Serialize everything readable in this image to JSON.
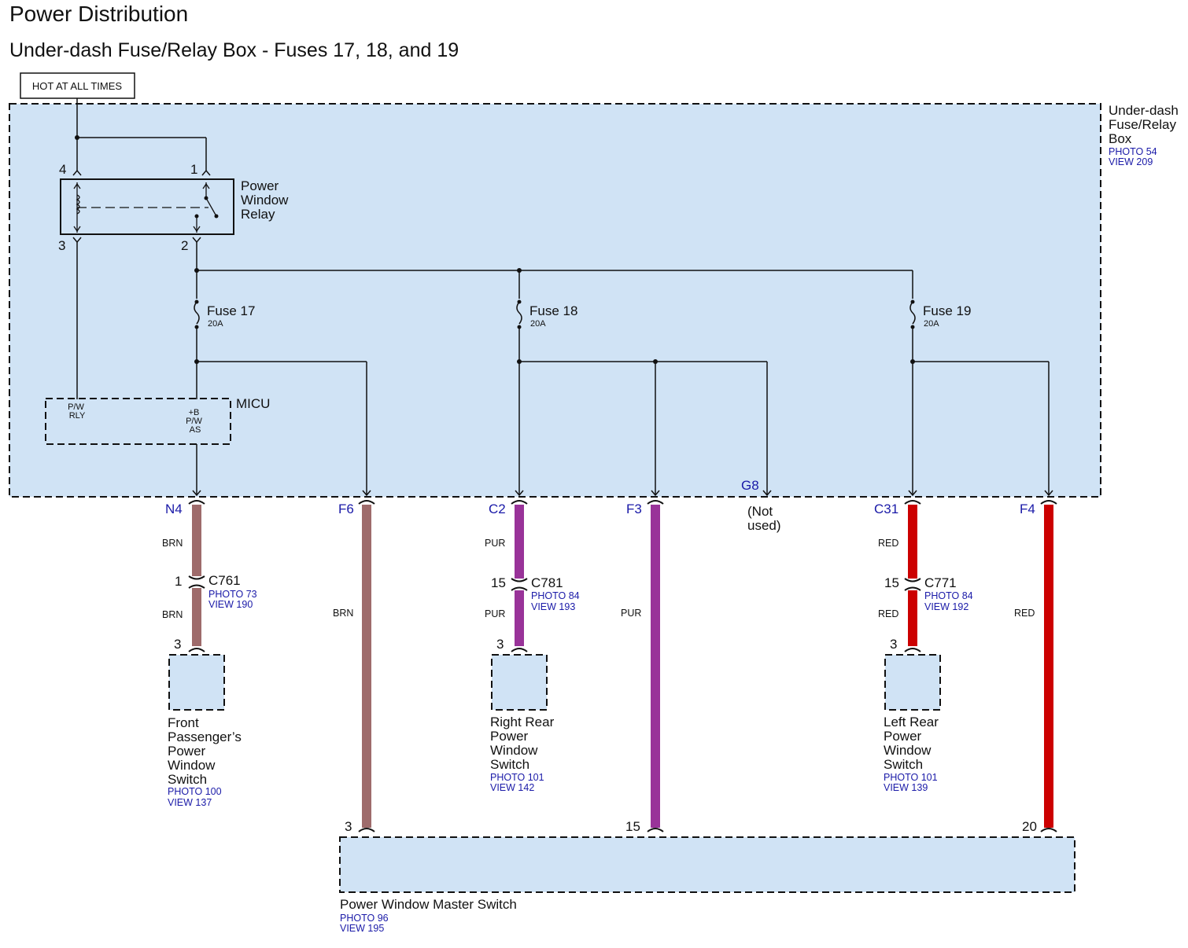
{
  "title": "Power Distribution",
  "subtitle": "Under-dash Fuse/Relay Box - Fuses 17, 18, and 19",
  "hot_label": "HOT AT ALL TIMES",
  "fuse_box": {
    "name_lines": [
      "Under-dash",
      "Fuse/Relay",
      "Box"
    ],
    "photo": "PHOTO 54",
    "view": "VIEW 209"
  },
  "relay": {
    "name_lines": [
      "Power",
      "Window",
      "Relay"
    ],
    "pins": [
      "4",
      "1",
      "3",
      "2"
    ]
  },
  "fuses": [
    {
      "name": "Fuse 17",
      "rating": "20A"
    },
    {
      "name": "Fuse 18",
      "rating": "20A"
    },
    {
      "name": "Fuse 19",
      "rating": "20A"
    }
  ],
  "micu": {
    "name": "MICU",
    "left_lines": [
      "P/W",
      "RLY"
    ],
    "right_lines": [
      "+B",
      "P/W",
      "AS"
    ]
  },
  "box_connectors": [
    "N4",
    "F6",
    "C2",
    "F3",
    "G8",
    "C31",
    "F4"
  ],
  "not_used": [
    "(Not",
    "used)"
  ],
  "wire_colors": {
    "n4_top": "BRN",
    "n4_bottom": "BRN",
    "f6": "BRN",
    "c2_top": "PUR",
    "c2_bottom": "PUR",
    "f3": "PUR",
    "c31_top": "RED",
    "c31_bottom": "RED",
    "f4": "RED"
  },
  "inline_connectors": [
    {
      "name": "C761",
      "pin": "1",
      "photo": "PHOTO 73",
      "view": "VIEW 190"
    },
    {
      "name": "C781",
      "pin": "15",
      "photo": "PHOTO 84",
      "view": "VIEW 193"
    },
    {
      "name": "C771",
      "pin": "15",
      "photo": "PHOTO 84",
      "view": "VIEW 192"
    }
  ],
  "components": [
    {
      "pin": "3",
      "name_lines": [
        "Front",
        "Passenger’s",
        "Power",
        "Window",
        "Switch"
      ],
      "photo": "PHOTO 100",
      "view": "VIEW 137"
    },
    {
      "pin": "3",
      "name_lines": [
        "Right Rear",
        "Power",
        "Window",
        "Switch"
      ],
      "photo": "PHOTO 101",
      "view": "VIEW 142"
    },
    {
      "pin": "3",
      "name_lines": [
        "Left Rear",
        "Power",
        "Window",
        "Switch"
      ],
      "photo": "PHOTO 101",
      "view": "VIEW 139"
    }
  ],
  "master_switch": {
    "name": "Power Window Master Switch",
    "photo": "PHOTO 96",
    "view": "VIEW 195",
    "pins": [
      "3",
      "15",
      "20"
    ]
  },
  "colors": {
    "box_fill": "#d0e3f5",
    "brn": "#9e6b6b",
    "pur": "#993399",
    "red": "#cc0000",
    "wire": "#111111",
    "ref_blue": "#1a1aa8"
  }
}
